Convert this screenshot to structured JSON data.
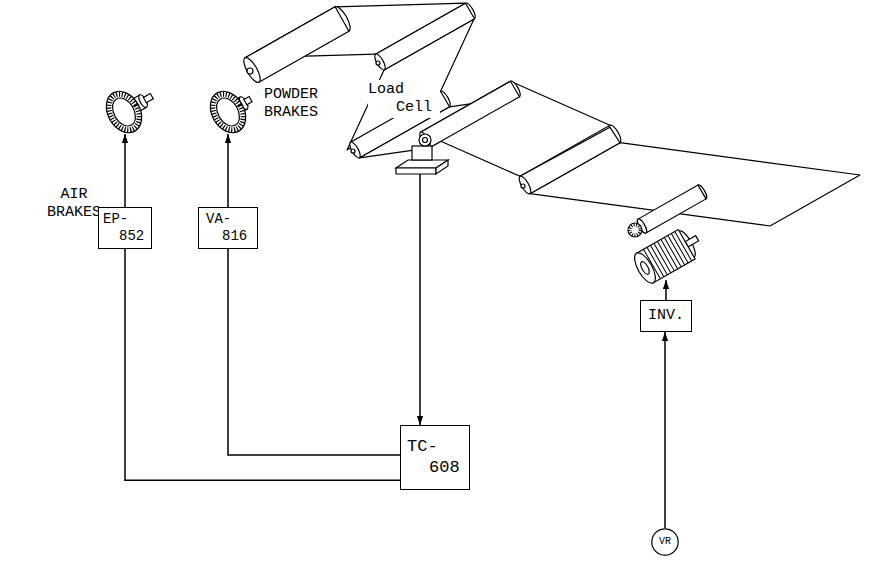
{
  "diagram": {
    "nodes": [
      {
        "text": [
          "AIR BRAKES"
        ]
      },
      {
        "text": [
          "EP- 852"
        ]
      },
      {
        "text": [
          "POWDER BRAKES"
        ]
      },
      {
        "text": [
          "VA- 816"
        ]
      },
      {
        "text": [
          "Load Cell"
        ]
      },
      {
        "text": [
          "TC- 608"
        ]
      },
      {
        "text": [
          "INV."
        ]
      },
      {
        "text": [
          "VR"
        ]
      }
    ],
    "edges": [
      {
        "from": 1,
        "to": 0,
        "arrow": "to"
      },
      {
        "from": 3,
        "to": 2,
        "arrow": "to"
      },
      {
        "from": 4,
        "to": 5,
        "arrow": "to"
      },
      {
        "from": 5,
        "to": 1,
        "arrow": "none"
      },
      {
        "from": 5,
        "to": 3,
        "arrow": "none"
      },
      {
        "from": 7,
        "to": 6,
        "arrow": "to"
      }
    ]
  }
}
